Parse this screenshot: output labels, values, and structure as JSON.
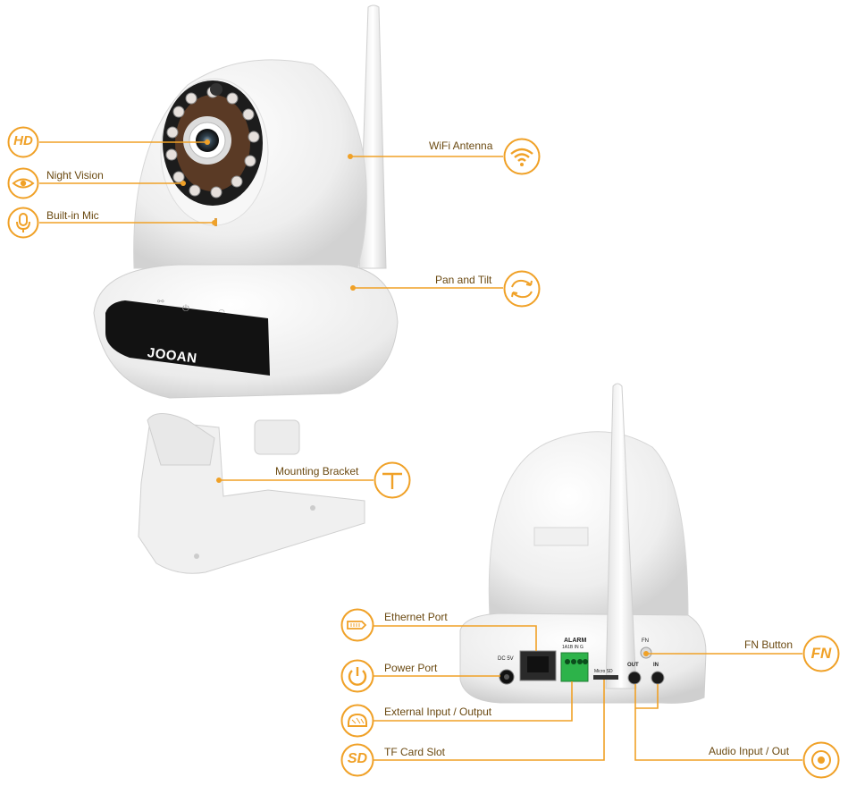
{
  "brand": {
    "logo_text": "JOOAN"
  },
  "colors": {
    "accent": "#f0a127",
    "accent_dark": "#c9851f",
    "camera_body": "#f3f3f3",
    "lens_ring": "#1c1c1c"
  },
  "front_callouts": {
    "hd": {
      "icon_text": "HD",
      "icon": "hd-icon"
    },
    "night_vision": {
      "label": "Night Vision",
      "icon": "eye-icon"
    },
    "built_in_mic": {
      "label": "Built-in Mic",
      "icon": "microphone-icon"
    },
    "wifi_antenna": {
      "label": "WiFi Antenna",
      "icon": "wifi-icon"
    },
    "pan_tilt": {
      "label": "Pan and Tilt",
      "icon": "rotate-arrows-icon"
    },
    "mounting_bracket": {
      "label": "Mounting Bracket",
      "icon": "bracket-icon"
    }
  },
  "back_callouts": {
    "ethernet": {
      "label": "Ethernet Port",
      "icon": "ethernet-cable-icon"
    },
    "power": {
      "label": "Power Port",
      "icon": "power-icon"
    },
    "external_io": {
      "label": "External Input / Output",
      "icon": "alarm-bell-icon"
    },
    "tf_card": {
      "label": "TF Card Slot",
      "icon_text": "SD",
      "icon": "sd-icon"
    },
    "fn_button": {
      "label": "FN Button",
      "icon_text": "FN",
      "icon": "fn-icon"
    },
    "audio": {
      "label": "Audio Input / Out",
      "icon": "audio-jack-icon"
    }
  },
  "back_panel": {
    "dc_label": "DC 5V",
    "alarm_label": "ALARM",
    "alarm_sub": "1A1B IN G",
    "micro_sd_label": "Micro SD",
    "fn_label": "FN",
    "out_label": "OUT",
    "in_label": "IN"
  }
}
